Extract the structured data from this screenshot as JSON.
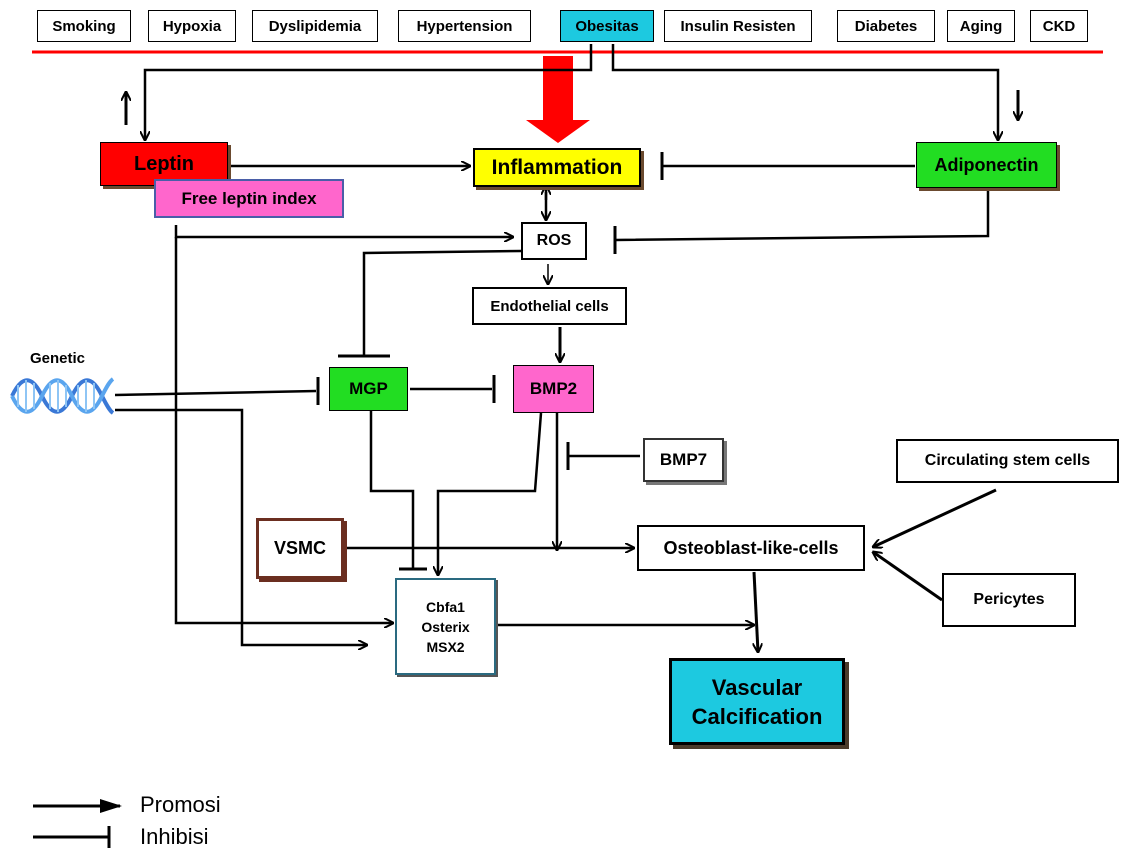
{
  "risk_factors": [
    "Smoking",
    "Hypoxia",
    "Dyslipidemia",
    "Hypertension",
    "Obesitas",
    "Insulin Resisten",
    "Diabetes",
    "Aging",
    "CKD"
  ],
  "nodes": {
    "leptin": "Leptin",
    "free_leptin_index": "Free leptin index",
    "inflammation": "Inflammation",
    "adiponectin": "Adiponectin",
    "ros": "ROS",
    "endothelial": "Endothelial cells",
    "genetic": "Genetic",
    "mgp": "MGP",
    "bmp2": "BMP2",
    "bmp7": "BMP7",
    "circulating": "Circulating stem cells",
    "vsmc": "VSMC",
    "osteoblast": "Osteoblast-like-cells",
    "pericytes": "Pericytes",
    "cbfa1": "Cbfa1",
    "osterix": "Osterix",
    "msx2": "MSX2",
    "vascular_1": "Vascular",
    "vascular_2": "Calcification"
  },
  "indicators": {
    "leptin_direction": "up",
    "adiponectin_direction": "down"
  },
  "legend": {
    "promote": "Promosi",
    "inhibit": "Inhibisi"
  },
  "colors": {
    "highlight_cyan": "#1dc9e0",
    "leptin_red": "#ff0000",
    "inflammation_yellow": "#ffff00",
    "adiponectin_green": "#22dd22",
    "mgp_green": "#22dd22",
    "pink": "#ff66cc",
    "obesity_arrow_red": "#ff0000"
  }
}
